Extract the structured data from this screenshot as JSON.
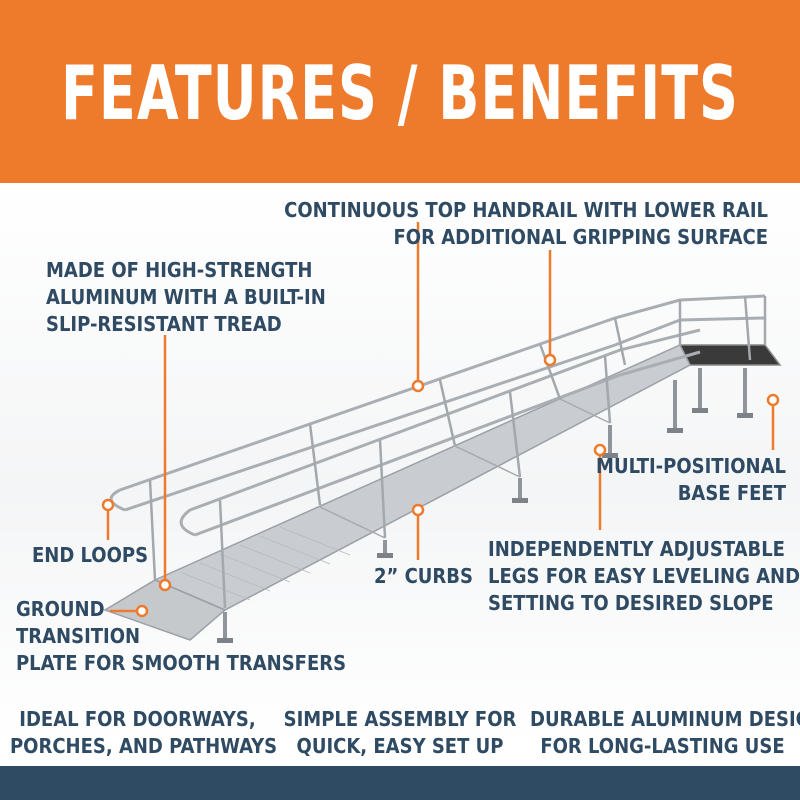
{
  "title": "FEATURES / BENEFITS",
  "colors": {
    "accent": "#ee7a2c",
    "text": "#2f4a63",
    "footer": "#2f4a63"
  },
  "callouts": {
    "handrail": "CONTINUOUS TOP HANDRAIL WITH LOWER RAIL\nFOR ADDITIONAL GRIPPING SURFACE",
    "aluminum": "MADE OF HIGH-STRENGTH\nALUMINUM WITH A BUILT-IN\nSLIP-RESISTANT TREAD",
    "base_feet": "MULTI-POSITIONAL\nBASE FEET",
    "end_loops": "END LOOPS",
    "curbs": "2” CURBS",
    "legs": "INDEPENDENTLY ADJUSTABLE\nLEGS FOR EASY LEVELING AND\nSETTING TO DESIRED SLOPE",
    "ground_plate": "GROUND\nTRANSITION\nPLATE FOR SMOOTH TRANSFERS"
  },
  "benefits": [
    "IDEAL FOR DOORWAYS,\nPORCHES, AND PATHWAYS",
    "SIMPLE ASSEMBLY FOR\nQUICK, EASY SET UP",
    "DURABLE ALUMINUM DESIGN\nFOR LONG-LASTING USE"
  ]
}
